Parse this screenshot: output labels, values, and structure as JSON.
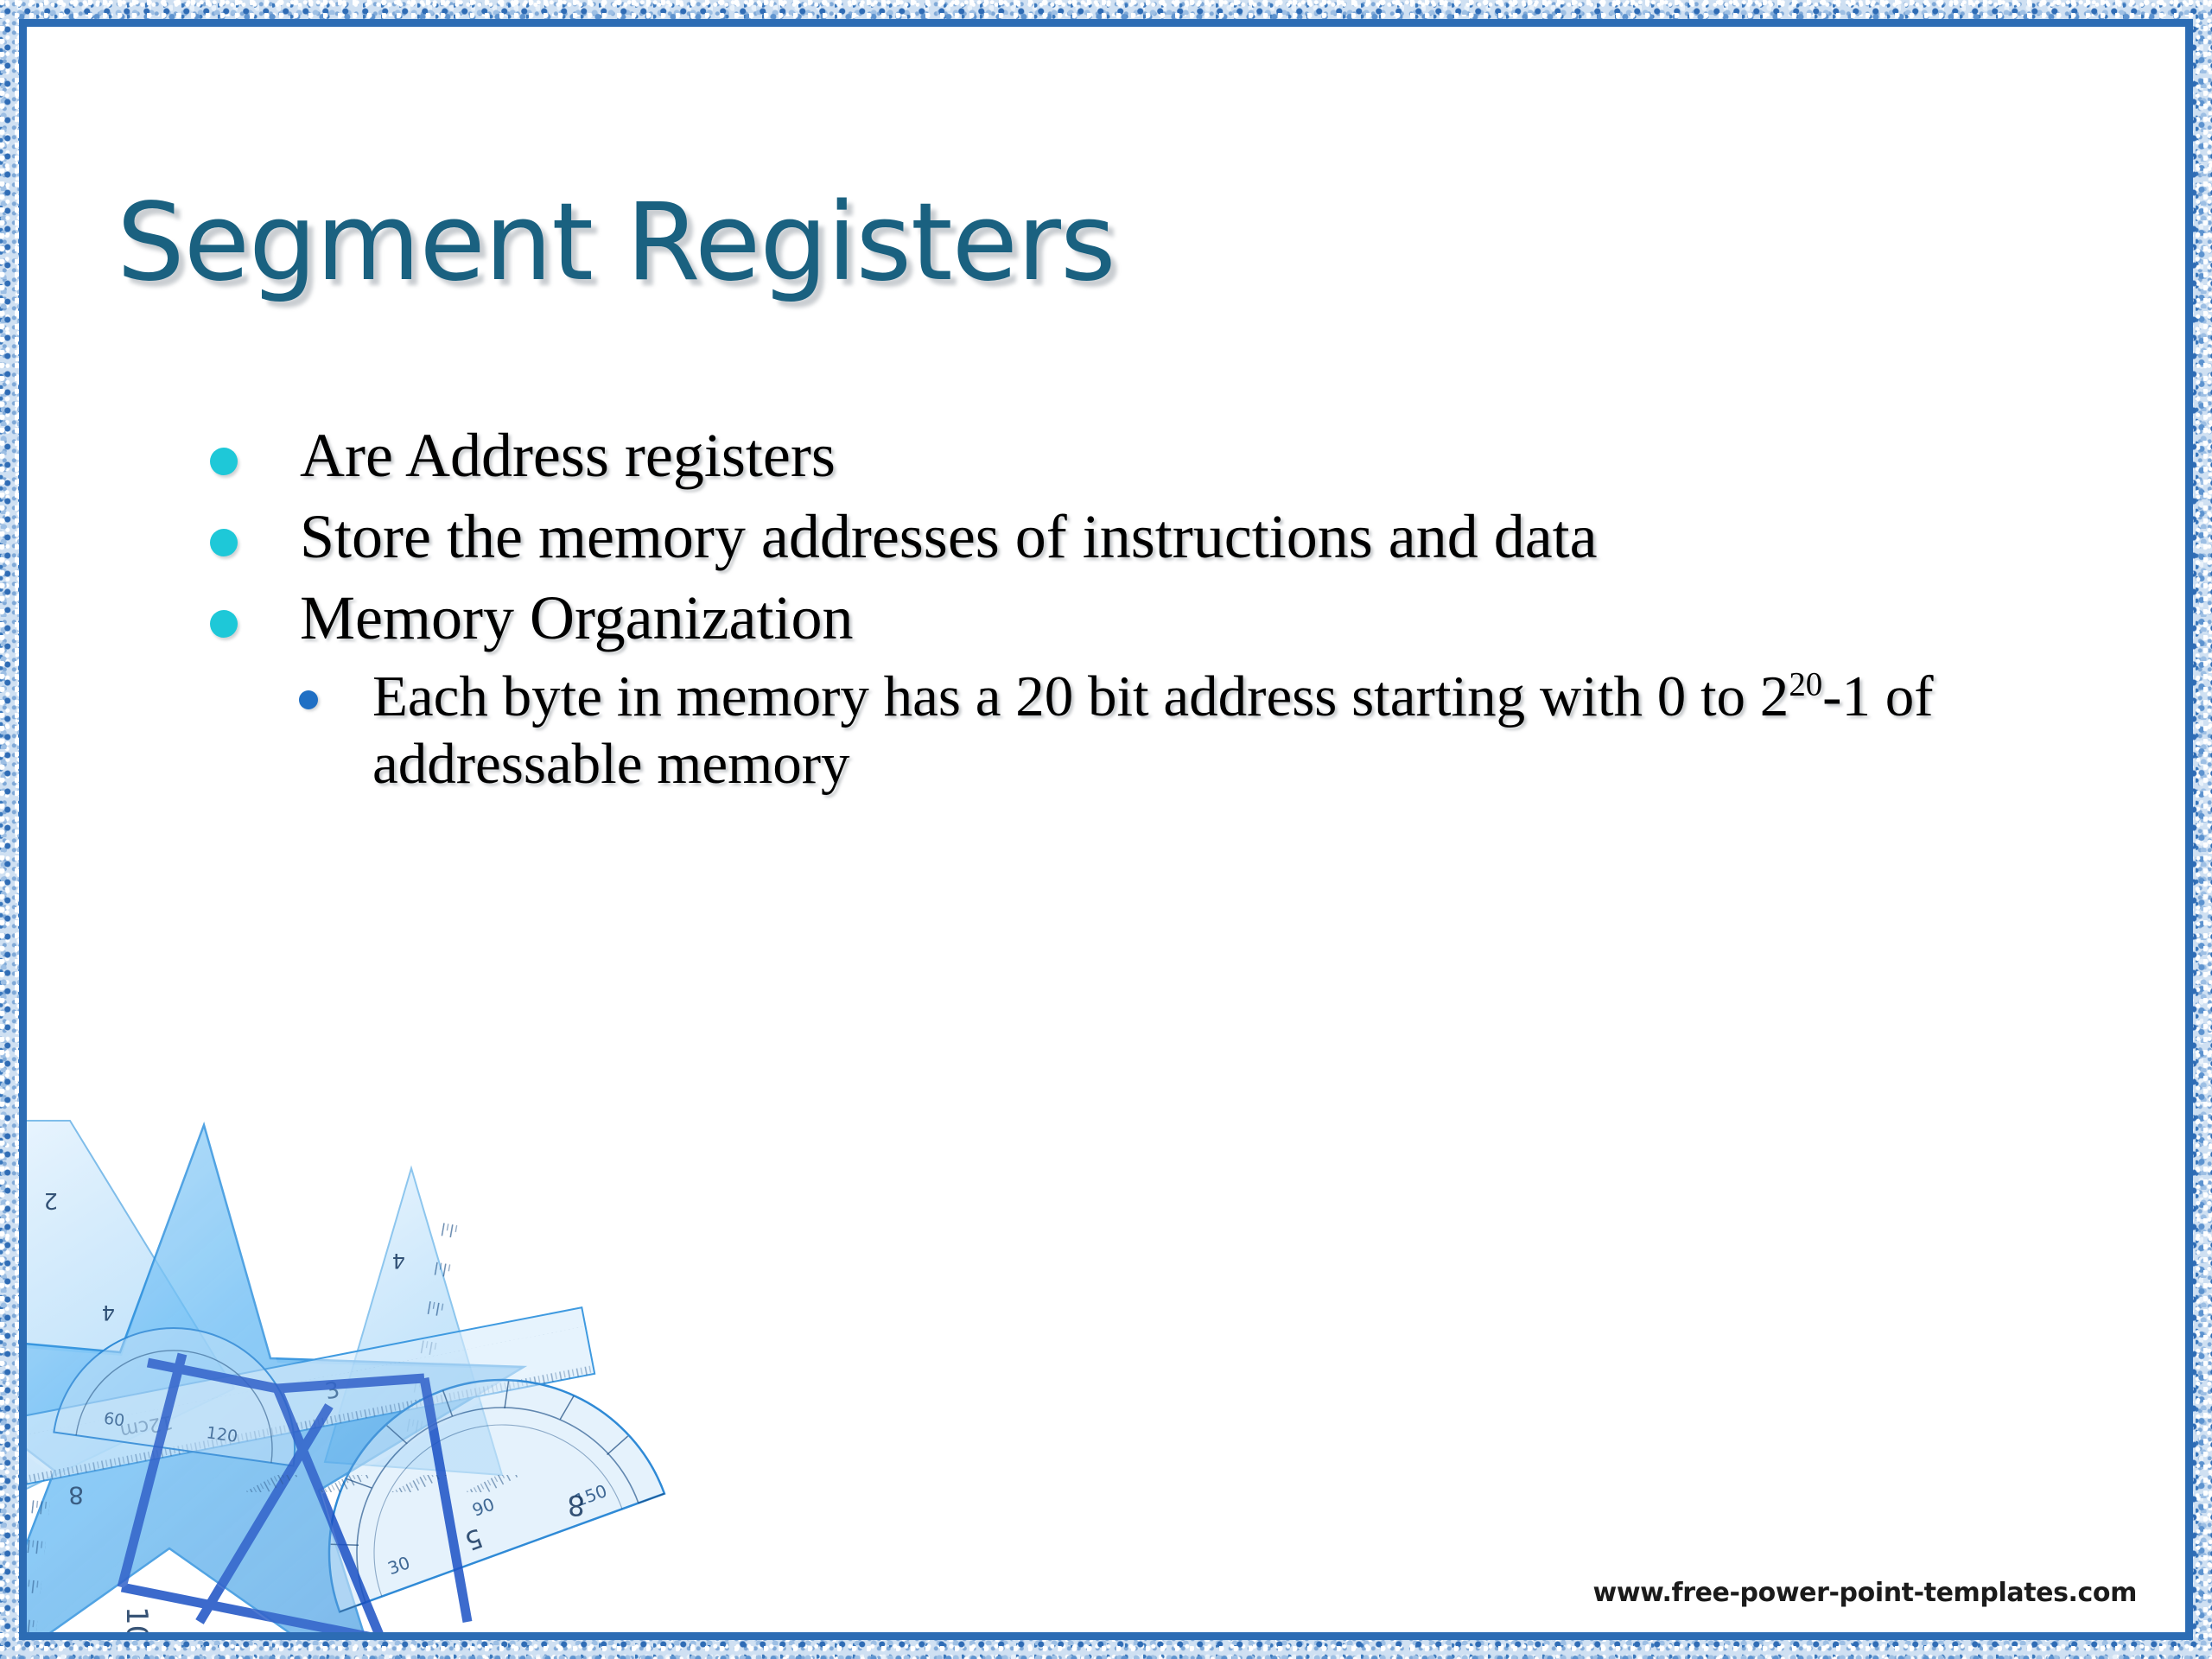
{
  "slide": {
    "title": "Segment Registers",
    "title_color": "#1a6180",
    "background_color": "#ffffff",
    "border": {
      "outer_texture_color": "#cfe0f2",
      "inner_line_color": "#2c6cb4"
    }
  },
  "bullets": {
    "level1_marker_color": "#1ec8d8",
    "level2_marker_color": "#1f6fc4",
    "items": [
      {
        "level": 1,
        "text": "Are Address registers"
      },
      {
        "level": 1,
        "text": "Store the memory addresses of instructions and data"
      },
      {
        "level": 1,
        "text": "Memory Organization"
      }
    ],
    "sub_item": {
      "level": 2,
      "text_before": "Each byte in memory has a 20 bit address starting with 0 to 2",
      "exponent": "20",
      "text_after": "-1 of addressable memory"
    }
  },
  "artwork": {
    "name": "blue-translucent-ruler-star",
    "description": "Overlapping transparent blue plastic rulers, set squares and protractors arranged as a five-pointed star",
    "tint": "#3fa3ec"
  },
  "footer": {
    "watermark": "www.free-power-point-templates.com"
  }
}
